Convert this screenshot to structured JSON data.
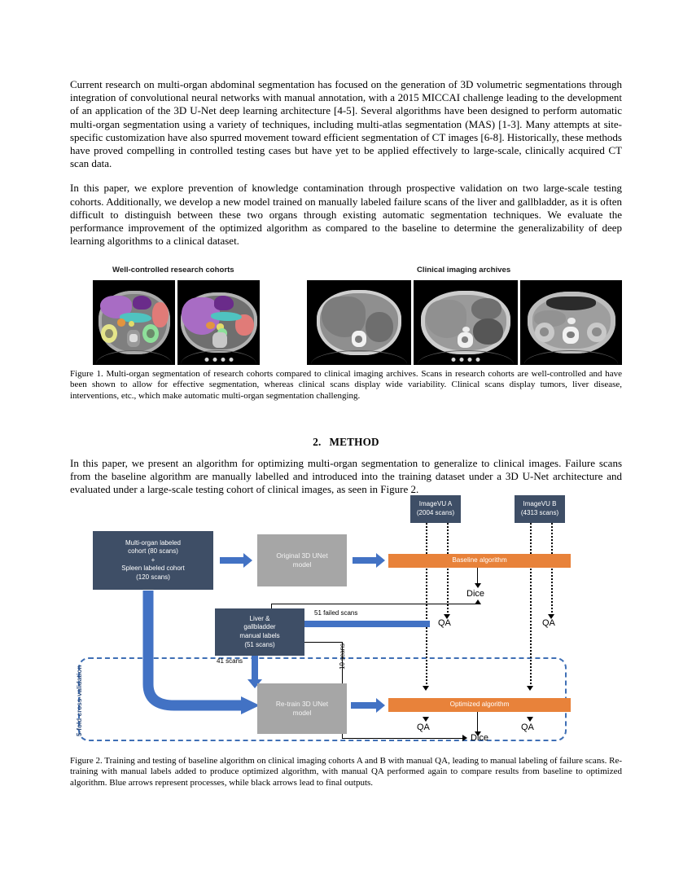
{
  "document": {
    "paragraphs": [
      "Current research on multi-organ abdominal segmentation has focused on the generation of 3D volumetric segmentations through integration of convolutional neural networks with manual annotation, with a 2015 MICCAI challenge leading to the development of an application of the 3D U-Net deep learning architecture [4-5]. Several algorithms have been designed to perform automatic multi-organ segmentation using a variety of techniques, including multi-atlas segmentation (MAS) [1-3]. Many attempts at site-specific customization have also spurred movement toward efficient segmentation of CT images [6-8]. Historically, these methods have proved compelling in controlled testing cases but have yet to be applied effectively to large-scale, clinically acquired CT scan data.",
      "In this paper, we explore prevention of knowledge contamination through prospective validation on two large-scale testing cohorts. Additionally, we develop a new model trained on manually labeled failure scans of the liver and gallbladder, as it is often difficult to distinguish between these two organs through existing automatic segmentation techniques. We evaluate the performance improvement of the optimized algorithm as compared to the baseline to determine the generalizability of deep learning algorithms to a clinical dataset."
    ],
    "section": {
      "number": "2.",
      "title": "METHOD"
    },
    "method_paragraph": "In this paper, we present an algorithm for optimizing multi-organ segmentation to generalize to clinical images. Failure scans from the baseline algorithm are manually labelled and introduced into the training dataset under a 3D U-Net architecture and evaluated under a large-scale testing cohort of clinical images, as seen in Figure 2."
  },
  "figure1": {
    "panel_labels": {
      "left": "Well-controlled research cohorts",
      "right": "Clinical imaging archives"
    },
    "caption": "Figure 1. Multi-organ segmentation of research cohorts compared to clinical imaging archives. Scans in research cohorts are well-controlled and have been shown to allow for effective segmentation, whereas clinical scans display wide variability. Clinical scans display tumors, liver disease, interventions, etc., which make automatic multi-organ segmentation challenging."
  },
  "figure2": {
    "caption": "Figure 2. Training and testing of baseline algorithm on clinical imaging cohorts A and B with manual QA, leading to manual labeling of failure scans. Re-training with manual labels added to produce optimized algorithm, with manual QA performed again to compare results from baseline to optimized algorithm. Blue arrows represent processes, while black arrows lead to final outputs.",
    "nodes": {
      "training_cohort": "Multi-organ labeled cohort (80 scans)\n+\nSpleen labeled cohort (120 scans)",
      "training_cohort_line1": "Multi-organ labeled",
      "training_cohort_line2": "cohort (80 scans)",
      "training_cohort_plus": "+",
      "training_cohort_line3": "Spleen labeled cohort",
      "training_cohort_line4": "(120 scans)",
      "original_model_line1": "Original 3D UNet",
      "original_model_line2": "model",
      "baseline_algorithm": "Baseline algorithm",
      "imagevu_a_line1": "ImageVU A",
      "imagevu_a_line2": "(2004 scans)",
      "imagevu_b_line1": "ImageVU B",
      "imagevu_b_line2": "(4313 scans)",
      "manual_labels_line1": "Liver &",
      "manual_labels_line2": "gallbladder",
      "manual_labels_line3": "manual labels",
      "manual_labels_line4": "(51 scans)",
      "retrain_model_line1": "Re-train 3D UNet",
      "retrain_model_line2": "model",
      "optimized_algorithm": "Optimized algorithm"
    },
    "edge_labels": {
      "failed_scans": "51 failed scans",
      "scans_41": "41 scans",
      "scans_10": "10 scans",
      "dice_top": "Dice",
      "dice_bottom": "Dice",
      "qa_top_left": "QA",
      "qa_top_right": "QA",
      "qa_bottom_left": "QA",
      "qa_bottom_right": "QA",
      "cross_validation": "5-fold cross-validation"
    },
    "colors": {
      "navy": "#3e4e66",
      "grey": "#a6a6a6",
      "orange": "#e8823a",
      "blue_arrow": "#4272c4",
      "dash_border": "#3f6fb5"
    }
  }
}
